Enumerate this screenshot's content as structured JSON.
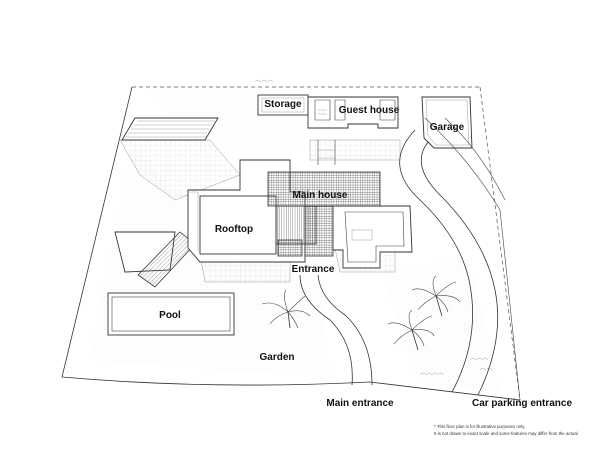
{
  "labels": {
    "storage": "Storage",
    "guest_house": "Guest house",
    "garage": "Garage",
    "main_house": "Main house",
    "rooftop": "Rooftop",
    "entrance": "Entrance",
    "pool": "Pool",
    "garden": "Garden",
    "main_entrance": "Main entrance",
    "car_parking_entrance": "Car parking entrance"
  },
  "footnote": {
    "line1": "* This floor plan is for illustrative purposes only.",
    "line2": "It is not drawn to exact scale and some features may differ from the actual"
  }
}
